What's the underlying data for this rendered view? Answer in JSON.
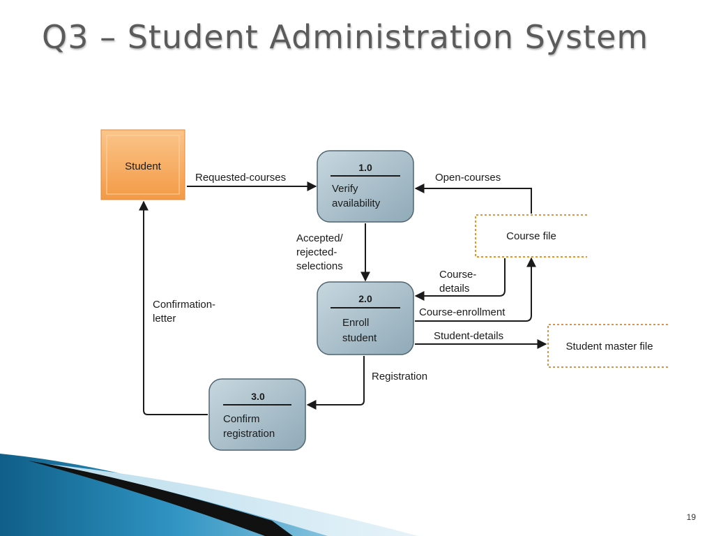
{
  "slide": {
    "title": "Q3 – Student Administration System",
    "page_number": "19"
  },
  "diagram": {
    "entities": [
      {
        "id": "student",
        "label": "Student"
      }
    ],
    "processes": [
      {
        "id": "p1",
        "number": "1.0",
        "label_lines": [
          "Verify",
          "availability"
        ]
      },
      {
        "id": "p2",
        "number": "2.0",
        "label_lines": [
          "Enroll",
          "student"
        ]
      },
      {
        "id": "p3",
        "number": "3.0",
        "label_lines": [
          "Confirm",
          "registration"
        ]
      }
    ],
    "data_stores": [
      {
        "id": "course_file",
        "label": "Course file"
      },
      {
        "id": "student_master_file",
        "label": "Student master file"
      }
    ],
    "flows": [
      {
        "id": "requested_courses",
        "from": "student",
        "to": "p1",
        "label_lines": [
          "Requested-courses"
        ]
      },
      {
        "id": "open_courses",
        "from": "course_file",
        "to": "p1",
        "label_lines": [
          "Open-courses"
        ]
      },
      {
        "id": "accepted_rejected",
        "from": "p1",
        "to": "p2",
        "label_lines": [
          "Accepted/",
          "rejected-",
          "selections"
        ]
      },
      {
        "id": "course_details",
        "from": "course_file",
        "to": "p2",
        "label_lines": [
          "Course-",
          "details"
        ]
      },
      {
        "id": "course_enrollment",
        "from": "p2",
        "to": "course_file",
        "label_lines": [
          "Course-enrollment"
        ]
      },
      {
        "id": "student_details",
        "from": "p2",
        "to": "student_master_file",
        "label_lines": [
          "Student-details"
        ]
      },
      {
        "id": "registration",
        "from": "p2",
        "to": "p3",
        "label_lines": [
          "Registration"
        ]
      },
      {
        "id": "confirmation_letter",
        "from": "p3",
        "to": "student",
        "label_lines": [
          "Confirmation-",
          "letter"
        ]
      }
    ],
    "colors": {
      "entity_fill": "#f7a95c",
      "entity_edge": "#e0883a",
      "process_fill": "#a9c0cc",
      "store_border": "#e8912e",
      "accent_blue": "#1f7fae"
    }
  }
}
